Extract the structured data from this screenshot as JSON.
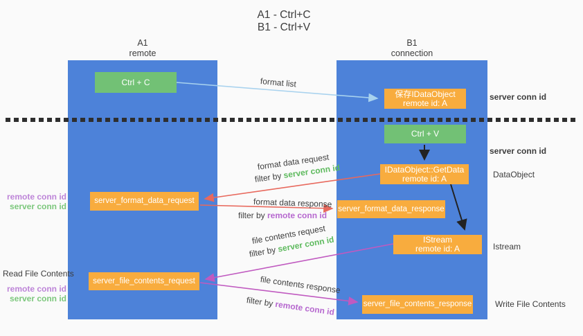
{
  "title": {
    "line1": "A1 - Ctrl+C",
    "line2": "B1 - Ctrl+V"
  },
  "columns": {
    "left": {
      "name": "A1",
      "subtitle": "remote"
    },
    "right": {
      "name": "B1",
      "subtitle": "connection"
    }
  },
  "boxes": {
    "ctrl_c": "Ctrl + C",
    "ctrl_v": "Ctrl + V",
    "save_dataobject": {
      "line1": "保存IDataObject",
      "line2": "remote id: A"
    },
    "getdata": {
      "line1": "IDataObject::GetData",
      "line2": "remote id: A"
    },
    "istream": {
      "line1": "IStream",
      "line2": "remote id: A"
    },
    "server_format_data_request": "server_format_data_request",
    "server_format_data_response": "server_format_data_response",
    "server_file_contents_request": "server_file_contents_request",
    "server_file_contents_response": "server_file_contents_response"
  },
  "flow_labels": {
    "format_list": "format list",
    "format_data_request": "format data request",
    "format_data_response": "format data response",
    "file_contents_request": "file contents request",
    "file_contents_response": "file contents response",
    "filter_by": "filter by ",
    "server_conn_id": "server conn id",
    "remote_conn_id": "remote conn id"
  },
  "annotations": {
    "right": {
      "server_conn_id_1": "server conn id",
      "server_conn_id_2": "server conn id",
      "dataobject": "DataObject",
      "istream": "Istream",
      "write_file_contents": "Write File Contents"
    },
    "left": {
      "remote_conn_id_1": "remote conn id",
      "server_conn_id_1": "server conn id",
      "read_file_contents": "Read File Contents",
      "remote_conn_id_2": "remote conn id",
      "server_conn_id_2": "server conn id"
    }
  },
  "colors": {
    "panel_blue": "#4d82d9",
    "box_orange": "#f8ac3e",
    "box_green": "#72c175",
    "arrow_light_blue": "#a8d2ee",
    "arrow_red": "#e8695d",
    "arrow_magenta": "#c05ac0",
    "arrow_black": "#222222",
    "text_green": "#5eba5e",
    "text_purple": "#b668cf",
    "text_dark": "#3c3c3c"
  }
}
